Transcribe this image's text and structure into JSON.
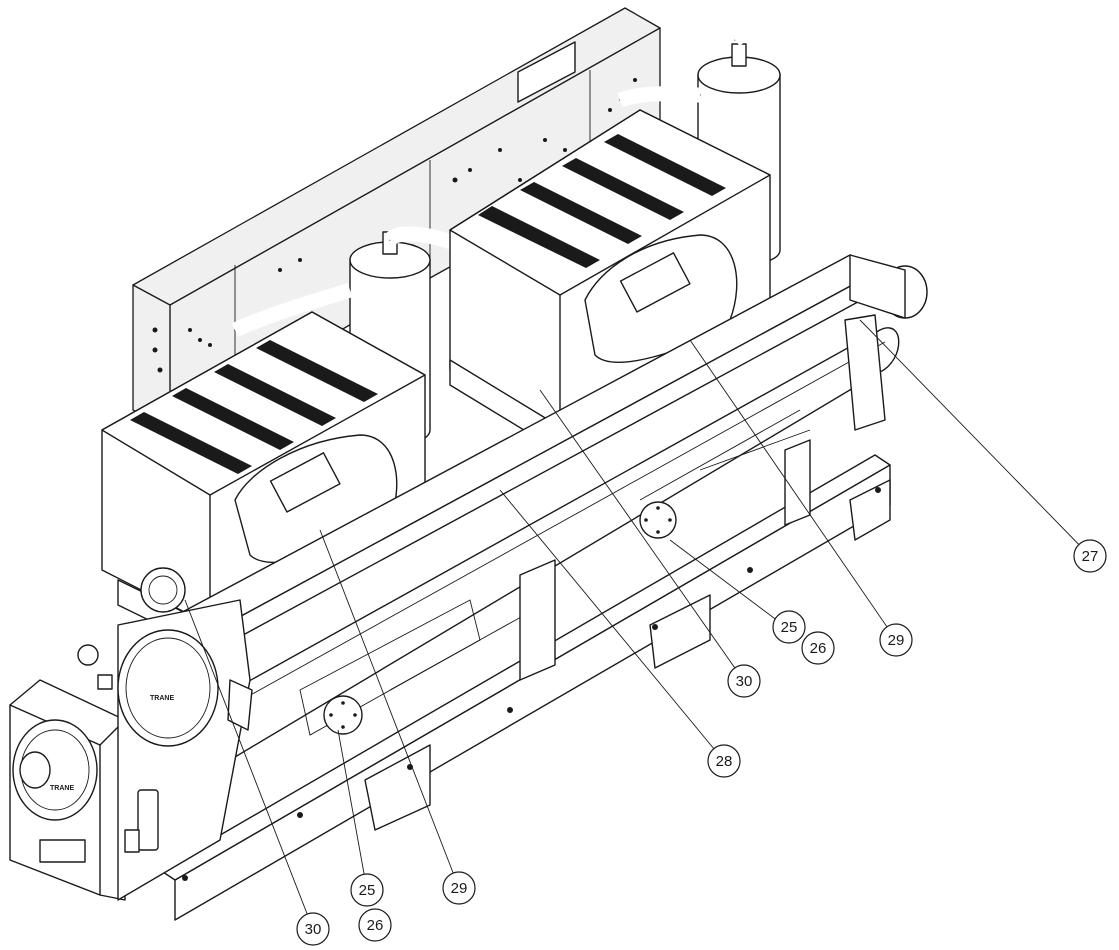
{
  "diagram": {
    "brand_label": "TRANE",
    "callouts": [
      {
        "id": "c-27-right",
        "label": "27"
      },
      {
        "id": "c-29-right",
        "label": "29"
      },
      {
        "id": "c-26-right",
        "label": "26"
      },
      {
        "id": "c-25-right",
        "label": "25"
      },
      {
        "id": "c-30-mid",
        "label": "30"
      },
      {
        "id": "c-28-mid",
        "label": "28"
      },
      {
        "id": "c-29-bottom",
        "label": "29"
      },
      {
        "id": "c-25-bottom",
        "label": "25"
      },
      {
        "id": "c-26-bottom",
        "label": "26"
      },
      {
        "id": "c-30-bottom",
        "label": "30"
      }
    ]
  }
}
